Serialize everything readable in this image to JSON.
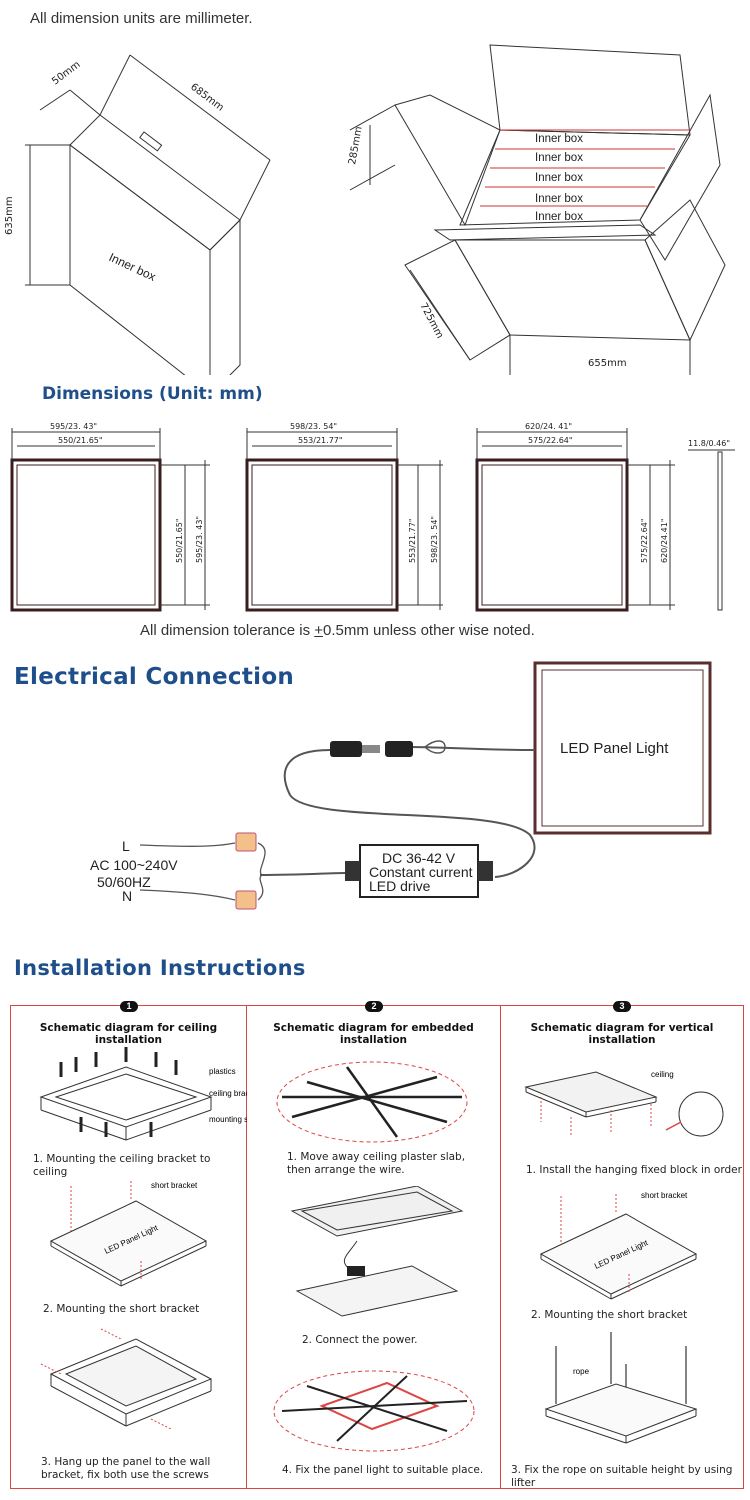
{
  "notes": {
    "units": "All dimension units are millimeter.",
    "tolerance_prefix": "All dimension tolerance is ",
    "tolerance_pm": "+",
    "tolerance_suffix": "0.5mm unless other wise noted."
  },
  "packaging": {
    "inner_box": {
      "width": "50mm",
      "length": "685mm",
      "height": "635mm",
      "label": "Inner box"
    },
    "carton": {
      "height": "285mm",
      "depth": "725mm",
      "width": "655mm",
      "inner_boxes": [
        "Inner box",
        "Inner box",
        "Inner box",
        "Inner box",
        "Inner box"
      ]
    }
  },
  "dimensions": {
    "title": "Dimensions (Unit: mm)",
    "panels": [
      {
        "outer_w": "595/23. 43\"",
        "inner_w": "550/21.65\"",
        "inner_h": "550/21.65\"",
        "outer_h": "595/23. 43\""
      },
      {
        "outer_w": "598/23. 54\"",
        "inner_w": "553/21.77\"",
        "inner_h": "553/21.77\"",
        "outer_h": "598/23. 54\""
      },
      {
        "outer_w": "620/24. 41\"",
        "inner_w": "575/22.64\"",
        "inner_h": "575/22.64\"",
        "outer_h": "620/24.41\""
      }
    ],
    "thickness": "11.8/0.46\""
  },
  "electrical": {
    "title": "Electrical Connection",
    "panel_label": "LED Panel Light",
    "driver_lines": [
      "DC 36-42 V",
      "Constant current",
      "LED drive"
    ],
    "input_L": "L",
    "input_voltage": "AC 100~240V",
    "input_freq": "50/60HZ",
    "input_N": "N"
  },
  "installation": {
    "title": "Installation Instructions",
    "columns": [
      {
        "num": "1",
        "header": "Schematic diagram for ceiling installation",
        "labels": [
          "plastics",
          "ceiling bracket",
          "mounting screws",
          "short bracket",
          "LED Panel Light"
        ],
        "steps": [
          "1. Mounting the ceiling bracket to ceiling",
          "2. Mounting the short bracket",
          "3. Hang up the panel to the wall bracket, fix both use the screws"
        ]
      },
      {
        "num": "2",
        "header": "Schematic diagram for embedded installation",
        "steps": [
          "1. Move away ceiling plaster slab, then arrange the wire.",
          "2. Connect the power.",
          "4. Fix the panel light to suitable place."
        ]
      },
      {
        "num": "3",
        "header": "Schematic diagram for vertical installation",
        "labels": [
          "ceiling",
          "short bracket",
          "LED Panel Light",
          "rope"
        ],
        "steps": [
          "1. Install the hanging fixed block in order",
          "2. Mounting the short bracket",
          "3. Fix the rope on suitable height by using lifter"
        ]
      }
    ]
  },
  "colors": {
    "title_blue": "#1f4f8a",
    "accent_red": "#d44",
    "frame": "#3a1e1e"
  }
}
